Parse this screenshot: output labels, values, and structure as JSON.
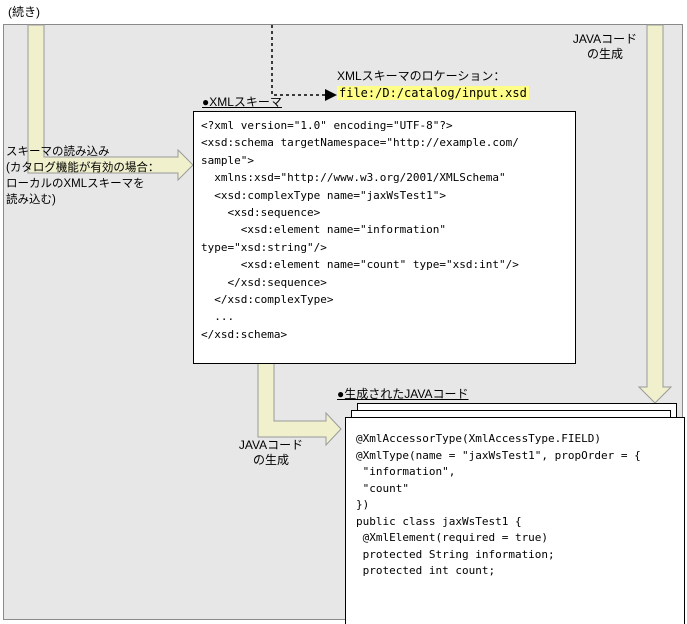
{
  "page": {
    "continued_label": "(続き)"
  },
  "location_callout": {
    "label": "XMLスキーマのロケーション：",
    "value": "file:/D:/catalog/input.xsd"
  },
  "xml_schema": {
    "title": "●XMLスキーマ",
    "code": "<?xml version=\"1.0\" encoding=\"UTF-8\"?>\n<xsd:schema targetNamespace=\"http://example.com/\nsample\">\n  xmlns:xsd=\"http://www.w3.org/2001/XMLSchema\"\n  <xsd:complexType name=\"jaxWsTest1\">\n    <xsd:sequence>\n      <xsd:element name=\"information\"\ntype=\"xsd:string\"/>\n      <xsd:element name=\"count\" type=\"xsd:int\"/>\n    </xsd:sequence>\n  </xsd:complexType>\n  ...\n</xsd:schema>"
  },
  "generated_java": {
    "title": "●生成されたJAVAコード",
    "code": "@XmlAccessorType(XmlAccessType.FIELD)\n@XmlType(name = \"jaxWsTest1\", propOrder = {\n \"information\",\n \"count\"\n})\npublic class jaxWsTest1 {\n @XmlElement(required = true)\n protected String information;\n protected int count;"
  },
  "flow_labels": {
    "schema_read": "スキーマの読み込み\n(カタログ機能が有効の場合：\nローカルのXMLスキーマを\n読み込む)",
    "java_generation_right": "JAVAコード\nの生成",
    "java_generation_bottom": "JAVAコード\nの生成"
  },
  "colors": {
    "panel_bg": "#e7e7e7",
    "arrow_fill": "#f0f0cc",
    "arrow_stroke": "#9a9a9a",
    "highlight_bg": "#ffff87"
  }
}
